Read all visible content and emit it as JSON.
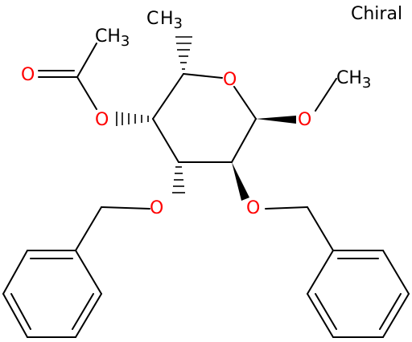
{
  "chiral_label": "Chiral",
  "atoms": {
    "ring_oxygen": "O",
    "methoxy_oxygen": "O",
    "methoxy_methyl": "CH3",
    "acetate_ester_oxygen": "O",
    "acetate_carbonyl_oxygen": "O",
    "acetate_methyl": "CH3",
    "c5_methyl": "H3",
    "c5_methyl_carbon": "C",
    "benzyloxy3_oxygen": "O",
    "benzyloxy2_oxygen": "O"
  },
  "colors": {
    "bond": "#000000",
    "oxygen": "#ff0000",
    "text": "#000000"
  }
}
